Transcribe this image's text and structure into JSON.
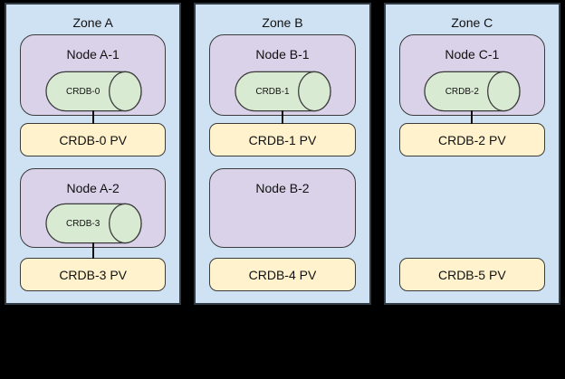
{
  "colors": {
    "background": "#000000",
    "zone_fill": "#cfe2f3",
    "zone_border": "#313c45",
    "node_fill": "#d9d2e9",
    "cylinder_fill": "#d9ead3",
    "pv_fill": "#fff2cc",
    "box_border": "#3b3b3b",
    "text": "#111111"
  },
  "zones": [
    {
      "title": "Zone A",
      "node1": {
        "label": "Node A-1",
        "cylinder": "CRDB-0"
      },
      "pv1": "CRDB-0 PV",
      "node2": {
        "label": "Node A-2",
        "cylinder": "CRDB-3"
      },
      "pv2": "CRDB-3 PV"
    },
    {
      "title": "Zone B",
      "node1": {
        "label": "Node B-1",
        "cylinder": "CRDB-1"
      },
      "pv1": "CRDB-1 PV",
      "node2": {
        "label": "Node B-2"
      },
      "pv2": "CRDB-4 PV"
    },
    {
      "title": "Zone C",
      "node1": {
        "label": "Node C-1",
        "cylinder": "CRDB-2"
      },
      "pv1": "CRDB-2 PV",
      "pv2": "CRDB-5 PV"
    }
  ]
}
